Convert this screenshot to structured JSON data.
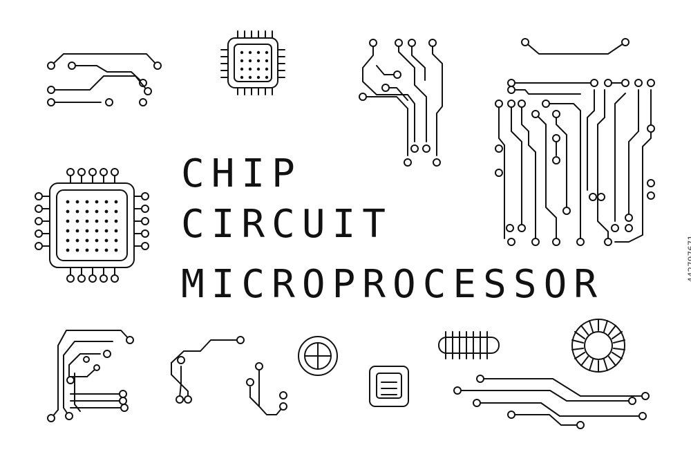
{
  "headline": {
    "line1": "CHIP",
    "line2": "CIRCUIT",
    "line3": "MICROPROCESSOR"
  },
  "stock_id": "442797671",
  "colors": {
    "ink": "#111111",
    "background": "#ffffff"
  }
}
